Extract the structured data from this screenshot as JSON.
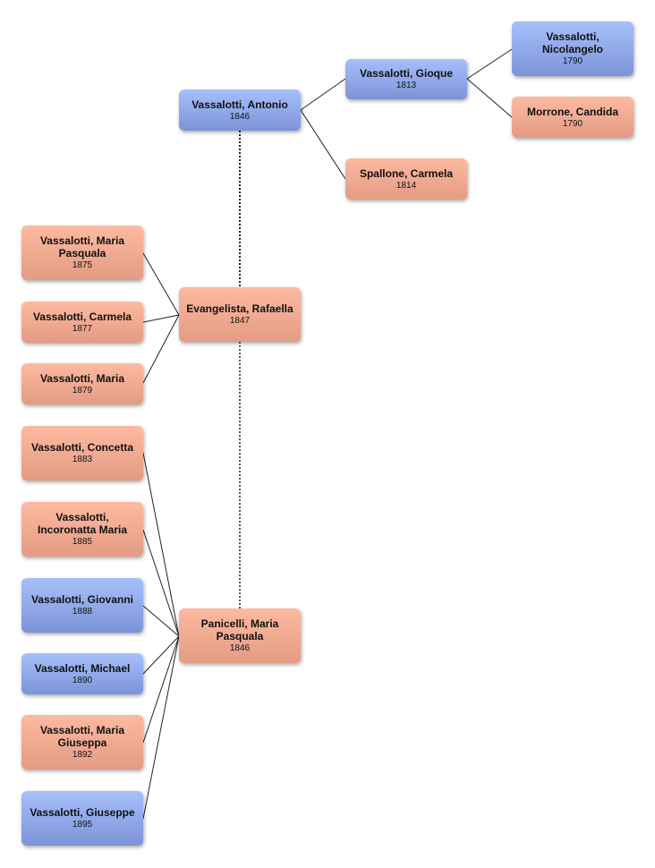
{
  "people": {
    "antonio": {
      "name": "Vassalotti, Antonio",
      "year": "1846"
    },
    "gioque": {
      "name": "Vassalotti, Gioque",
      "year": "1813"
    },
    "nicolangelo": {
      "name": "Vassalotti, Nicolangelo",
      "year": "1790"
    },
    "candida": {
      "name": "Morrone, Candida",
      "year": "1790"
    },
    "carmela_s": {
      "name": "Spallone, Carmela",
      "year": "1814"
    },
    "rafaella": {
      "name": "Evangelista, Rafaella",
      "year": "1847"
    },
    "maria_p1": {
      "name": "Vassalotti, Maria Pasquala",
      "year": "1875"
    },
    "carmela_v": {
      "name": "Vassalotti, Carmela",
      "year": "1877"
    },
    "maria": {
      "name": "Vassalotti, Maria",
      "year": "1879"
    },
    "panicelli": {
      "name": "Panicelli, Maria Pasquala",
      "year": "1846"
    },
    "concetta": {
      "name": "Vassalotti, Concetta",
      "year": "1883"
    },
    "incoronatta": {
      "name": "Vassalotti, Incoronatta Maria",
      "year": "1885"
    },
    "giovanni": {
      "name": "Vassalotti, Giovanni",
      "year": "1888"
    },
    "michael": {
      "name": "Vassalotti, Michael",
      "year": "1890"
    },
    "giuseppa": {
      "name": "Vassalotti, Maria Giuseppa",
      "year": "1892"
    },
    "giuseppe": {
      "name": "Vassalotti, Giuseppe",
      "year": "1895"
    }
  },
  "colors": {
    "male": "#8fa8ea",
    "female": "#f2ab92",
    "line": "#222222"
  }
}
